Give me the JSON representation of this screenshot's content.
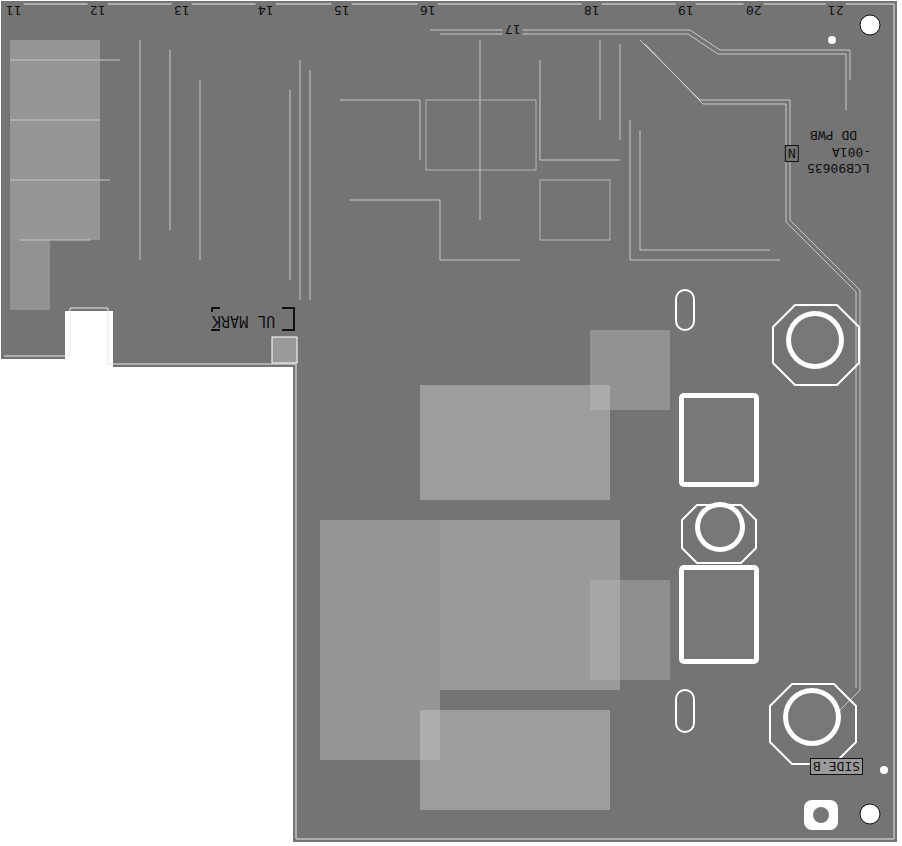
{
  "diagram": {
    "labels": [
      "11",
      "12",
      "13",
      "14",
      "15",
      "16",
      "17",
      "18",
      "19",
      "20",
      "21",
      "LCB90635",
      "-001A",
      "DD PWB",
      "N",
      "UL MARK",
      "SIDE.B"
    ]
  }
}
